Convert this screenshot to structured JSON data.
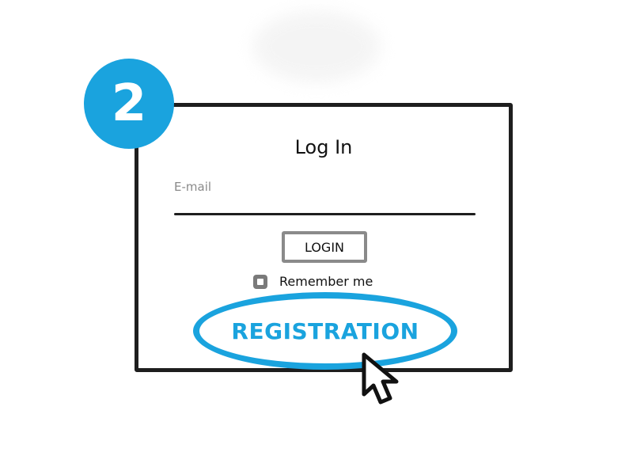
{
  "step": {
    "number": "2",
    "color": "#1aa3de"
  },
  "login_form": {
    "title": "Log In",
    "email_label": "E-mail",
    "login_button": "LOGIN",
    "remember_label": "Remember me",
    "registration_link": "REGISTRATION"
  },
  "colors": {
    "accent": "#1aa3de",
    "border": "#1e1e1e",
    "muted": "#8a8a8a"
  },
  "icons": {
    "cursor": "mouse-pointer-icon",
    "checkbox": "checkbox-icon"
  }
}
